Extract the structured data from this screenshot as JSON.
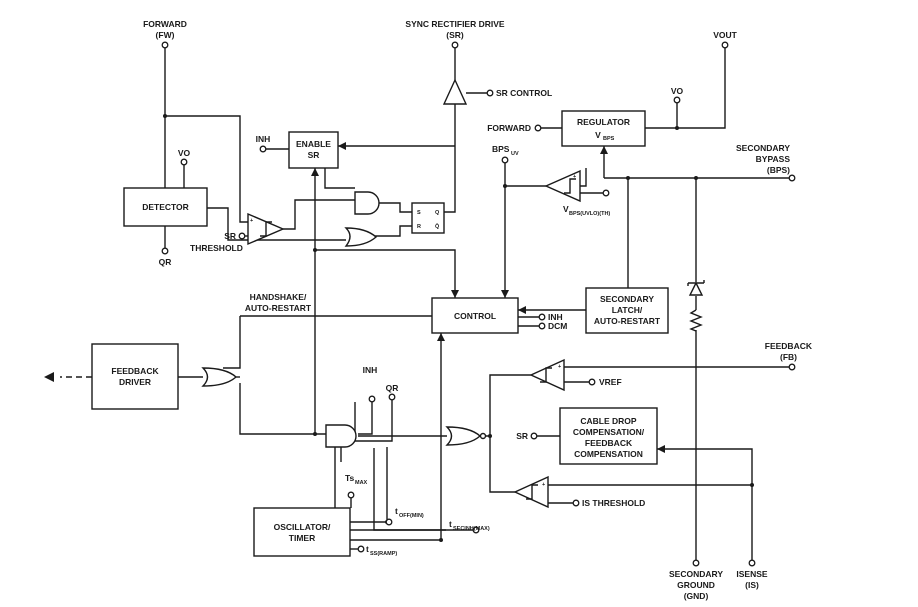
{
  "pins": {
    "forward_top": "FORWARD",
    "forward_top_sym": "(FW)",
    "sr_drive": "SYNC RECTIFIER DRIVE",
    "sr_drive_sym": "(SR)",
    "vout": "VOUT",
    "sr_control": "SR CONTROL",
    "vo_reg": "VO",
    "forward_reg": "FORWARD",
    "inh_enable": "INH",
    "vo_det": "VO",
    "bps_uv": "BPS",
    "bps_uv_sub": "UV",
    "secondary_bypass_1": "SECONDARY",
    "secondary_bypass_2": "BYPASS",
    "secondary_bypass_3": "(BPS)",
    "vbps_uvlo": "V",
    "vbps_uvlo_sub": "BPS(UVLO)(TH)",
    "sr_threshold_sr": "SR",
    "sr_threshold_label": "THRESHOLD",
    "qr_det": "QR",
    "handshake_1": "HANDSHAKE/",
    "handshake_2": "AUTO-RESTART",
    "inh_ctrl": "INH",
    "dcm_ctrl": "DCM",
    "feedback_1": "FEEDBACK",
    "feedback_2": "(FB)",
    "inh_and": "INH",
    "qr_and": "QR",
    "vref": "VREF",
    "sr_cable": "SR",
    "ts_max": "Ts",
    "ts_max_sub": "MAX",
    "is_threshold": "IS THRESHOLD",
    "toff": "t",
    "toff_sub": "OFF(MIN)",
    "tsecinh": "t",
    "tsecinh_sub": "SECINH(MAX)",
    "tss": "t",
    "tss_sub": "SS(RAMP)",
    "gnd_1": "SECONDARY",
    "gnd_2": "GROUND",
    "gnd_3": "(GND)",
    "isense_1": "ISENSE",
    "isense_2": "(IS)"
  },
  "blocks": {
    "regulator": "REGULATOR",
    "regulator_v": "V",
    "regulator_v_sub": "BPS",
    "enable_1": "ENABLE",
    "enable_2": "SR",
    "detector": "DETECTOR",
    "control": "CONTROL",
    "latch_1": "SECONDARY",
    "latch_2": "LATCH/",
    "latch_3": "AUTO-RESTART",
    "feedback_driver_1": "FEEDBACK",
    "feedback_driver_2": "DRIVER",
    "cable_1": "CABLE DROP",
    "cable_2": "COMPENSATION/",
    "cable_3": "FEEDBACK",
    "cable_4": "COMPENSATION",
    "osc_1": "OSCILLATOR/",
    "osc_2": "TIMER",
    "sr_flipflop_s": "S",
    "sr_flipflop_r": "R",
    "sr_flipflop_q": "Q",
    "sr_flipflop_qbar": "Q̄"
  }
}
